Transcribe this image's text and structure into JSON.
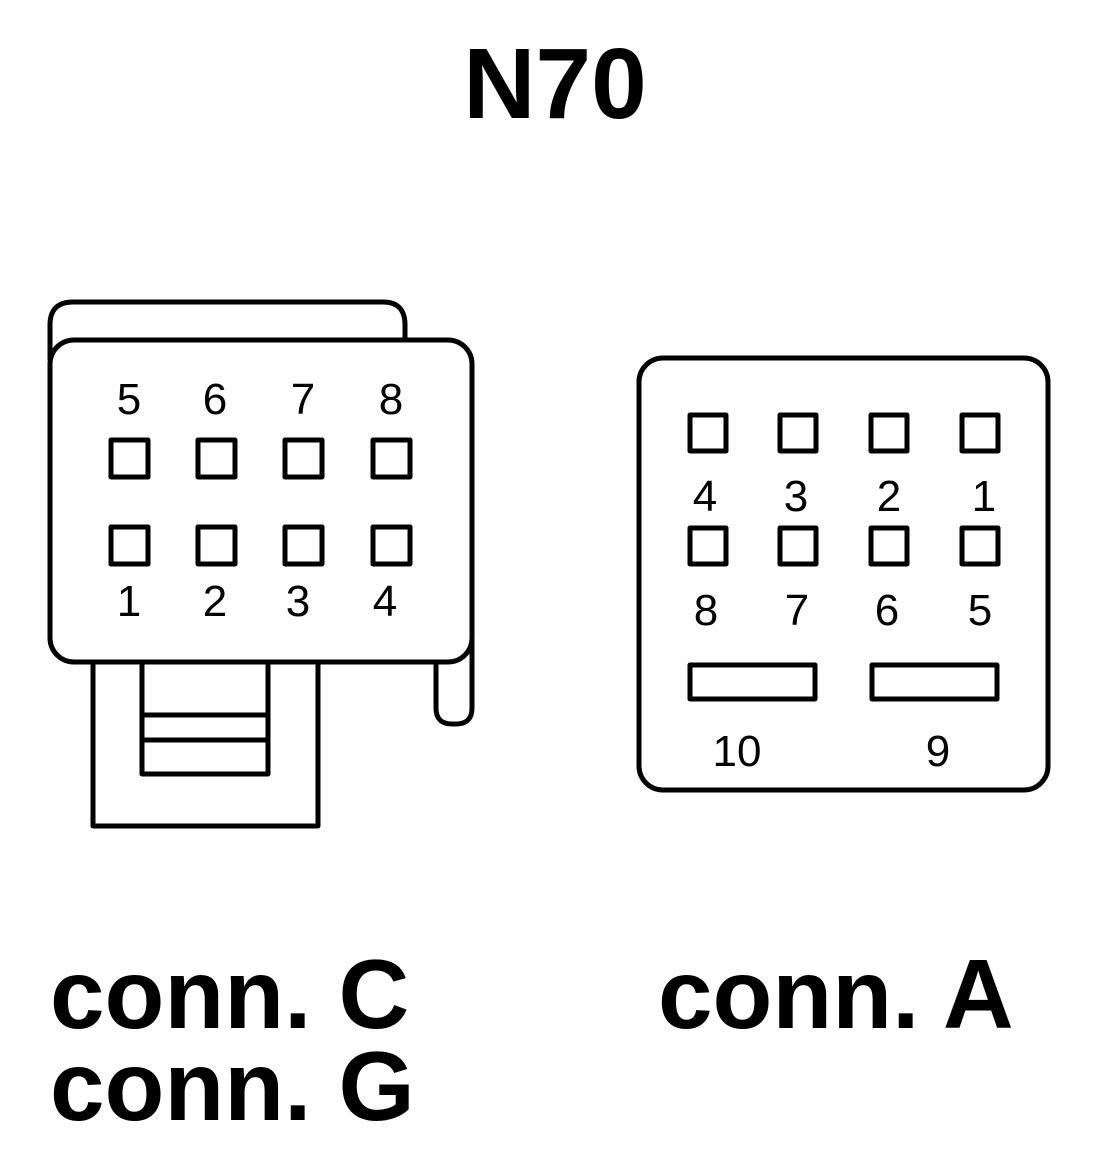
{
  "title": "N70",
  "connector_left": {
    "labels": [
      "conn. C",
      "conn. G"
    ],
    "pins_top_row": [
      "5",
      "6",
      "7",
      "8"
    ],
    "pins_bottom_row": [
      "1",
      "2",
      "3",
      "4"
    ]
  },
  "connector_right": {
    "label": "conn. A",
    "pins_row1": [
      "4",
      "3",
      "2",
      "1"
    ],
    "pins_row2": [
      "8",
      "7",
      "6",
      "5"
    ],
    "pins_wide": [
      "10",
      "9"
    ]
  }
}
